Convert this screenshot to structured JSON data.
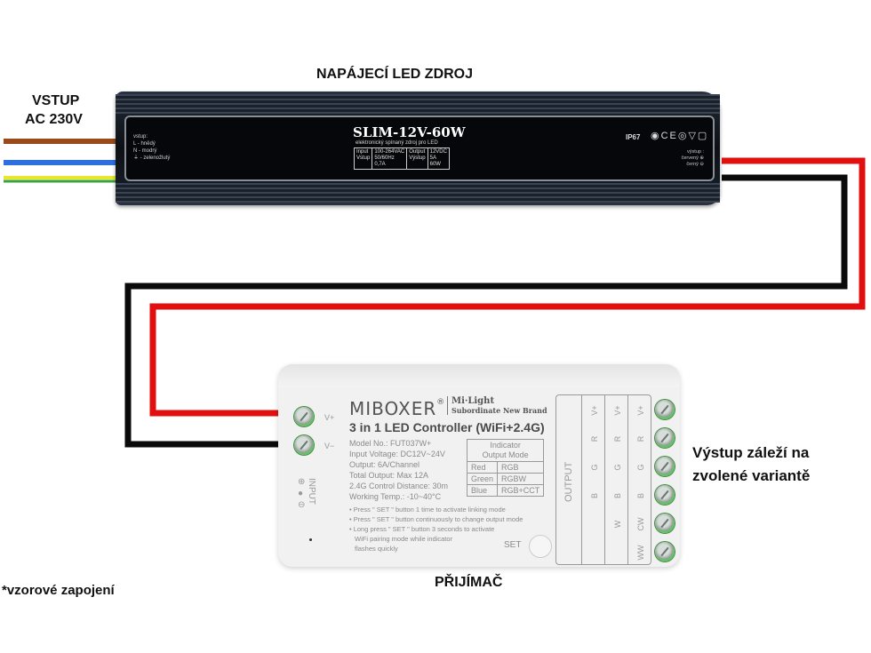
{
  "labels": {
    "power_supply_title": "NAPÁJECÍ LED ZDROJ",
    "input": "VSTUP",
    "input_voltage": "AC 230V",
    "receiver": "PŘIJÍMAČ",
    "output_note_line1": "Výstup záleží na",
    "output_note_line2": "zvolené variantě",
    "footnote": "*vzorové zapojení"
  },
  "power_supply": {
    "model": "SLIM-12V-60W",
    "subtitle": "elektronický spínaný zdroj pro LED",
    "input_header": "vstup:",
    "input_wires": [
      "L - hnědý",
      "N - modrý",
      "⏚ - zelenožlutý"
    ],
    "spec_input_label_en": "Input",
    "spec_input_label_cz": "Vstup",
    "spec_input_values": [
      "100-264VAC",
      "50/60Hz",
      "0,7A"
    ],
    "spec_output_label_en": "Output",
    "spec_output_label_cz": "Výstup",
    "spec_output_values": [
      "12VDC",
      "5A",
      "60W"
    ],
    "ip_rating": "IP67",
    "certifications": "◉CE◎▽▢",
    "output_header": "výstup :",
    "output_wires": [
      "červený ⊕",
      "černý ⊖"
    ]
  },
  "controller": {
    "brand": "MIBOXER",
    "brand_reg": "®",
    "sub_brand_line1": "Mi·Light",
    "sub_brand_line2": "Subordinate New Brand",
    "title": "3 in 1 LED Controller (WiFi+2.4G)",
    "specs": [
      "Model No.: FUT037W+",
      "Input Voltage: DC12V~24V",
      "Output: 6A/Channel",
      "Total Output: Max 12A",
      "2.4G Control Distance: 30m",
      "Working Temp.: -10~40°C"
    ],
    "indicator_header_line1": "Indicator",
    "indicator_header_line2": "Output Mode",
    "indicator_modes": [
      {
        "color": "Red",
        "mode": "RGB"
      },
      {
        "color": "Green",
        "mode": "RGBW"
      },
      {
        "color": "Blue",
        "mode": "RGB+CCT"
      }
    ],
    "notes": [
      "• Press \" SET \" button 1 time to activate linking mode",
      "• Press \" SET \" button continuously to change output mode",
      "• Long press \" SET \" button 3 seconds to activate",
      "  WiFi pairing mode while indicator",
      "  flashes quickly"
    ],
    "set_label": "SET",
    "input_terminals": [
      "V+",
      "V−"
    ],
    "input_label": "INPUT",
    "input_symbol": "⊕\n●\n⊖",
    "output_label": "OUTPUT",
    "output_columns": [
      [
        "V+",
        "R",
        "G",
        "B",
        "",
        ""
      ],
      [
        "V+",
        "R",
        "G",
        "B",
        "W",
        ""
      ],
      [
        "V+",
        "R",
        "G",
        "B",
        "CW",
        "WW"
      ]
    ]
  },
  "colors": {
    "wire_brown": "#9a4a1a",
    "wire_blue": "#2e6fe0",
    "wire_yellow": "#e7e82a",
    "wire_green": "#3aa23a",
    "wire_red": "#e10f0f",
    "wire_black": "#0a0a0a",
    "terminal_green": "#4aa64a"
  }
}
